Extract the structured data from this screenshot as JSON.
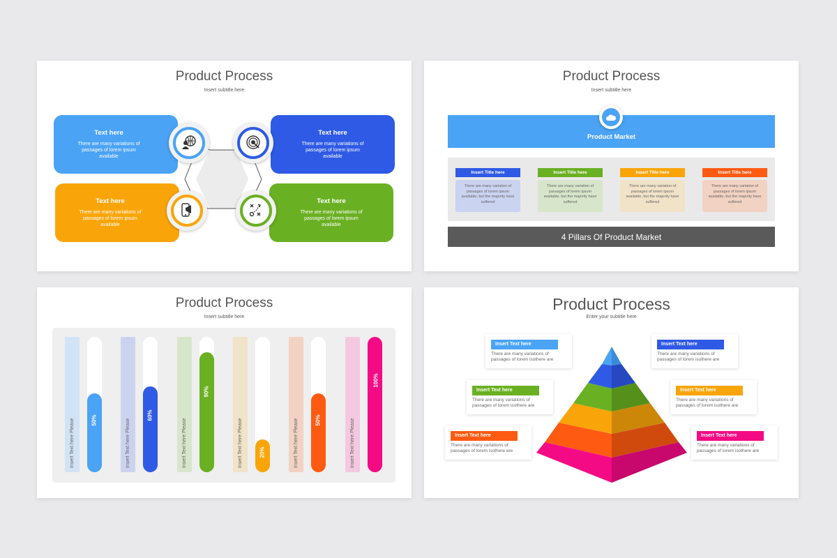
{
  "slides": [
    {
      "title": "Product Process",
      "subtitle": "Insert subtitle here",
      "cards": [
        {
          "title": "Text here",
          "body": "There are many variations of passages of lorem ipsum available",
          "color": "#4aa3f5",
          "icon": "globe-user-icon"
        },
        {
          "title": "Text here",
          "body": "There are many variations of passages of lorem ipsum available",
          "color": "#2f5ae5",
          "icon": "target-coin-icon"
        },
        {
          "title": "Text here",
          "body": "There are many variations of passages of lorem ipsum available",
          "color": "#f9a50a",
          "icon": "phone-megaphone-icon"
        },
        {
          "title": "Text here",
          "body": "There are many variations of passages of lorem ipsum available",
          "color": "#6ab023",
          "icon": "strategy-icon"
        }
      ]
    },
    {
      "title": "Product Process",
      "subtitle": "Insert subtitle here",
      "banner": "Product Market",
      "banner_icon": "cloud-icon",
      "pillars": [
        {
          "title": "Insert Title here",
          "body": "There are many variation of passages of lorem ipsum available, but the majority have suffered",
          "color": "#2f5ae5",
          "tint": "#cad3f0"
        },
        {
          "title": "Insert Title here",
          "body": "There are many variation of passages of lorem ipsum available, but the majority have suffered",
          "color": "#6ab023",
          "tint": "#d7e6cb"
        },
        {
          "title": "Insert Title here",
          "body": "There are many variation of passages of lorem ipsum available, but the majority have suffered",
          "color": "#f9a50a",
          "tint": "#f1e3c8"
        },
        {
          "title": "Insert Title here",
          "body": "There are many variation of passages of lorem ipsum available, but the majority have suffered",
          "color": "#ff5a12",
          "tint": "#f2d2c3"
        }
      ],
      "footer": "4 Pillars Of Product Market"
    },
    {
      "title": "Product Process",
      "subtitle": "Insert subtitle here",
      "bars": [
        {
          "label": "Insert Text here Please",
          "value": 50,
          "pct": "50%",
          "color": "#4aa3f5",
          "tint": "#d2e3f5"
        },
        {
          "label": "Insert Text here Please",
          "value": 60,
          "pct": "60%",
          "color": "#2f5ae5",
          "tint": "#ccd3ef"
        },
        {
          "label": "Insert Text here Please",
          "value": 90,
          "pct": "90%",
          "color": "#6ab023",
          "tint": "#d7e6cb"
        },
        {
          "label": "Insert Text here Please",
          "value": 20,
          "pct": "20%",
          "color": "#f9a50a",
          "tint": "#f1e3c8"
        },
        {
          "label": "Insert Text here Please",
          "value": 50,
          "pct": "50%",
          "color": "#ff5a12",
          "tint": "#f2d2c3"
        },
        {
          "label": "Insert Text here Please",
          "value": 100,
          "pct": "100%",
          "color": "#f50a85",
          "tint": "#f4c8e0"
        }
      ]
    },
    {
      "title": "Product Process",
      "subtitle": "Enter your subtitle here",
      "layers": [
        "#4aa3f5",
        "#2f5ae5",
        "#6ab023",
        "#f9a50a",
        "#ff5a12",
        "#f50a85"
      ],
      "notes": [
        {
          "title": "Insert Text here",
          "body": "There are many variations of passages of lorem isothere are",
          "color": "#4aa3f5"
        },
        {
          "title": "Insert Text here",
          "body": "There are many variations of passages of lorem isothere are",
          "color": "#2f5ae5"
        },
        {
          "title": "Insert Text here",
          "body": "There are many variations of passages of lorem isothere are",
          "color": "#6ab023"
        },
        {
          "title": "Insert Text here",
          "body": "There are many variations of passages of lorem isothere are",
          "color": "#f9a50a"
        },
        {
          "title": "Insert Text here",
          "body": "There are many variations of passages of lorem isothere are",
          "color": "#ff5a12"
        },
        {
          "title": "Insert Text here",
          "body": "There are many variations of passages of lorem isothere are",
          "color": "#f50a85"
        }
      ]
    }
  ]
}
